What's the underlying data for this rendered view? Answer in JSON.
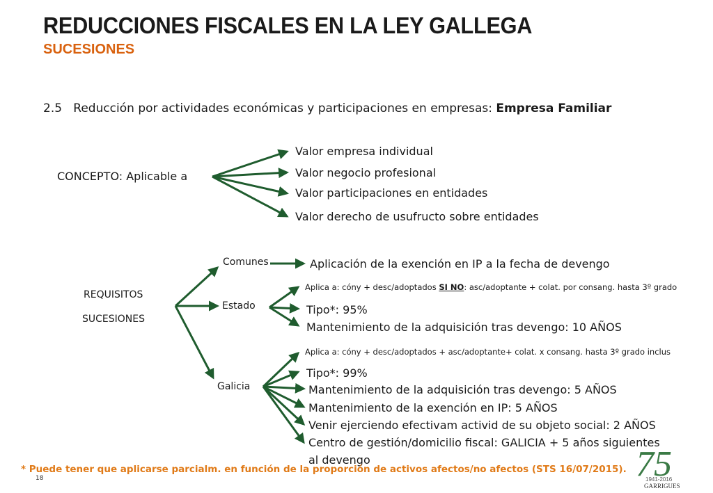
{
  "title": "REDUCCIONES FISCALES EN LA LEY GALLEGA",
  "subtitle": "SUCESIONES",
  "section": {
    "number": "2.5",
    "text": "Reducción por actividades económicas y participaciones en empresas: ",
    "highlight": "Empresa Familiar"
  },
  "concepto": {
    "label": "CONCEPTO: Aplicable a",
    "items": [
      "Valor empresa individual",
      "Valor negocio profesional",
      "Valor participaciones en entidades",
      "Valor derecho de usufructo sobre entidades"
    ]
  },
  "requisitos": {
    "label_line1": "REQUISITOS",
    "label_line2": "SUCESIONES",
    "comunes": {
      "label": "Comunes",
      "item": "Aplicación de la exención en IP a la fecha de devengo"
    },
    "estado": {
      "label": "Estado",
      "aplica_prefix": "Aplica a: cóny + desc/adoptados ",
      "aplica_emph": "SI NO",
      "aplica_suffix": ": asc/adoptante + colat. por consang. hasta 3º grado",
      "tipo": "Tipo*: 95%",
      "mantenimiento": "Mantenimiento de la adquisición tras devengo: 10 AÑOS"
    },
    "galicia": {
      "label": "Galicia",
      "aplica": "Aplica a: cóny + desc/adoptados + asc/adoptante+ colat. x consang. hasta 3º grado inclus",
      "tipo": "Tipo*: 99%",
      "items": [
        "Mantenimiento de la adquisición tras devengo: 5 AÑOS",
        "Mantenimiento de la exención en IP: 5 AÑOS",
        "Venir ejerciendo efectivam activid de su objeto social: 2 AÑOS",
        "Centro de gestión/domicilio fiscal: GALICIA + 5 años siguientes",
        "al devengo"
      ]
    }
  },
  "footnote": "* Puede tener que aplicarse parcialm. en función de la proporción de activos afectos/no afectos (STS 16/07/2015).",
  "page_number": "18",
  "logo": {
    "years": "1941-2016",
    "brand": "GARRIGUES",
    "number": "75"
  },
  "colors": {
    "accent": "#d9620f",
    "arrow": "#1f5c2e",
    "logo": "#3a7a45"
  }
}
